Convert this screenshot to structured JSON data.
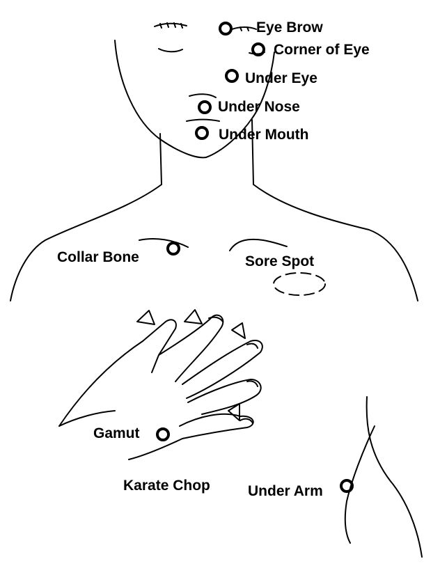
{
  "colors": {
    "ink": "#000000",
    "background": "#ffffff"
  },
  "points": {
    "eye_brow": "Eye Brow",
    "corner_of_eye": "Corner of Eye",
    "under_eye": "Under Eye",
    "under_nose": "Under Nose",
    "under_mouth": "Under Mouth",
    "collar_bone": "Collar Bone",
    "sore_spot": "Sore Spot",
    "gamut": "Gamut",
    "karate_chop": "Karate Chop",
    "under_arm": "Under Arm"
  }
}
